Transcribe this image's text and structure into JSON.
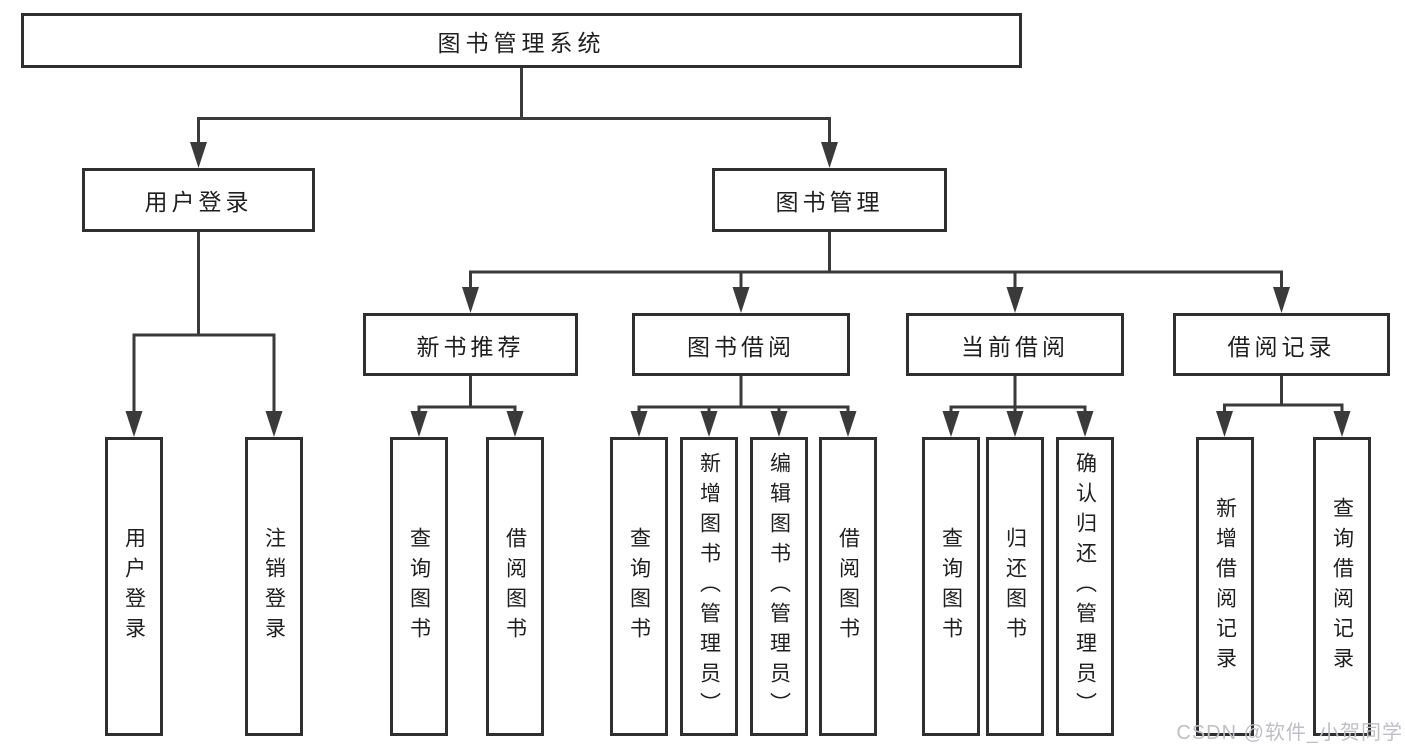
{
  "tree": {
    "root": {
      "label": "图书管理系统"
    },
    "branches": [
      {
        "label": "用户登录",
        "children": [
          "用户登录",
          "注销登录"
        ]
      },
      {
        "label": "图书管理",
        "groups": [
          {
            "label": "新书推荐",
            "children": [
              "查询图书",
              "借阅图书"
            ]
          },
          {
            "label": "图书借阅",
            "children": [
              "查询图书",
              "新增图书（管理员）",
              "编辑图书（管理员）",
              "借阅图书"
            ]
          },
          {
            "label": "当前借阅",
            "children": [
              "查询图书",
              "归还图书",
              "确认归还（管理员）"
            ]
          },
          {
            "label": "借阅记录",
            "children": [
              "新增借阅记录",
              "查询借阅记录"
            ]
          }
        ]
      }
    ]
  },
  "watermark": "CSDN @软件_小贺同学",
  "colors": {
    "line": "#3a3a3a",
    "box_border": "#2f2f2f",
    "text": "#1f1f1f",
    "watermark": "#bfbfc4",
    "background": "#ffffff"
  }
}
